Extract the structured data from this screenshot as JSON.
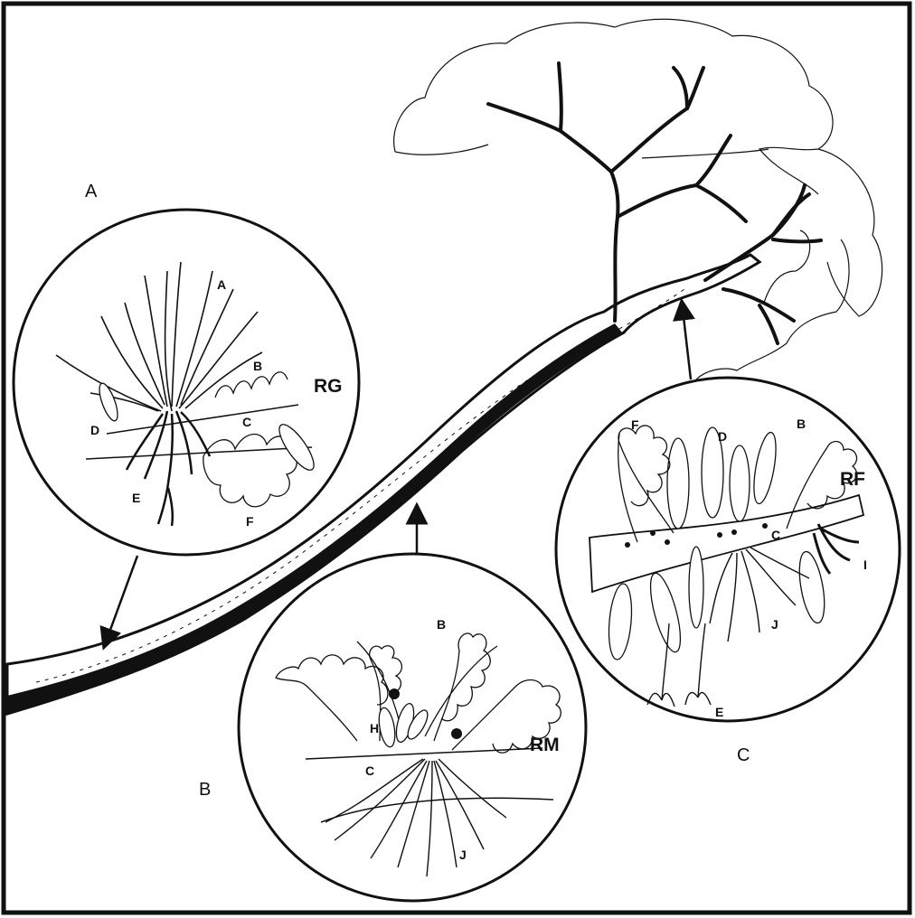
{
  "panels": {
    "a": {
      "letter": "A",
      "code": "RG"
    },
    "b": {
      "letter": "B",
      "code": "RM"
    },
    "c": {
      "letter": "C",
      "code": "RF"
    }
  },
  "inset_a_labels": {
    "a": "A",
    "b": "B",
    "c": "C",
    "d": "D",
    "e": "E",
    "f": "F"
  },
  "inset_b_labels": {
    "b": "B",
    "c": "C",
    "h": "H",
    "j": "J"
  },
  "inset_c_labels": {
    "f": "F",
    "d": "D",
    "b": "B",
    "c": "C",
    "i": "I",
    "j": "J",
    "e": "E"
  },
  "colors": {
    "ink": "#111111",
    "paper": "#ffffff"
  }
}
